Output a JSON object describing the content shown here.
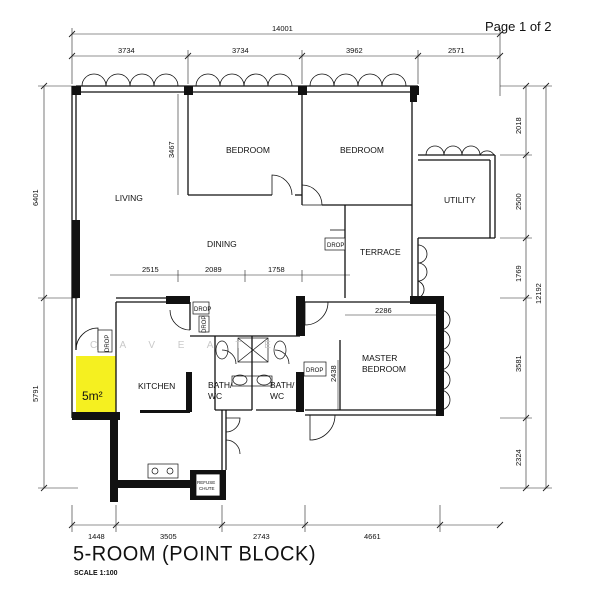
{
  "page": {
    "page_indicator": "Page 1 of 2"
  },
  "title": "5-ROOM (POINT BLOCK)",
  "scale": "SCALE  1:100",
  "watermark": "C A V E A T E",
  "highlight": {
    "label": "5m²",
    "color": "#f5f020"
  },
  "rooms": {
    "living": "LIVING",
    "dining": "DINING",
    "bedroom1": "BEDROOM",
    "bedroom2": "BEDROOM",
    "utility": "UTILITY",
    "terrace": "TERRACE",
    "kitchen": "KITCHEN",
    "bath1_line1": "BATH/",
    "bath1_line2": "WC",
    "bath2_line1": "BATH/",
    "bath2_line2": "WC",
    "master_line1": "MASTER",
    "master_line2": "BEDROOM",
    "refuse_line1": "REFUSE",
    "refuse_line2": "CHUTE"
  },
  "drops": {
    "dining_drop": "DROP",
    "kitchen_drop_a": "DROP",
    "kitchen_drop_b": "DROP",
    "store_drop": "DROP",
    "bath_drop": "DROP"
  },
  "dimensions": {
    "overall_top": "14001",
    "top_segments": [
      "3734",
      "3734",
      "3962",
      "2571"
    ],
    "inner_row": [
      "2515",
      "2089",
      "1758"
    ],
    "master_width": "2286",
    "bottom_segments": [
      "1448",
      "3505",
      "2743",
      "4661"
    ],
    "left_upper": "6401",
    "left_lower": "5791",
    "right_segments": [
      "2018",
      "2500",
      "1769",
      "3581",
      "2324"
    ],
    "right_overall": "12192",
    "bedroom_depth": "3467",
    "master_depth": "2438"
  }
}
